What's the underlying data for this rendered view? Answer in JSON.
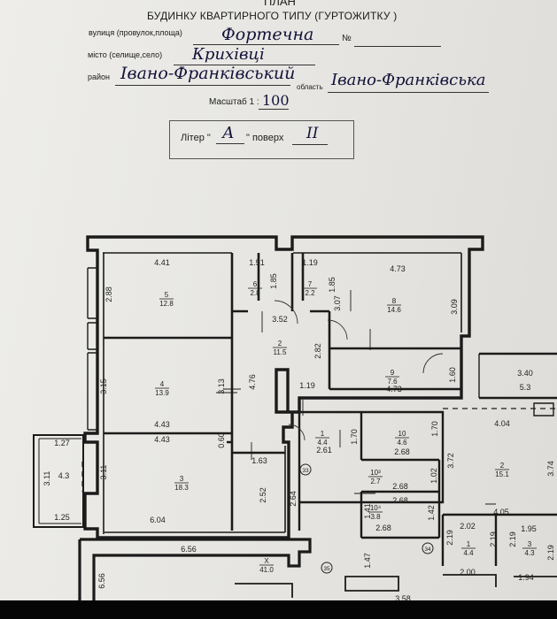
{
  "header": {
    "title_partial": "ПЛАН",
    "subtitle": "БУДИНКУ КВАРТИРНОГО ТИПУ (ГУРТОЖИТКУ )",
    "street_label": "вулиця (провулок,площа)",
    "street_value": "Фортечна",
    "number_label": "№",
    "city_label": "місто (селище,село)",
    "city_value": "Крихівці",
    "district_label": "район",
    "district_value": "Івано-Франківський",
    "region_label": "область",
    "region_value": "Івано-Франківська",
    "scale_label": "Масштаб 1 :",
    "scale_value": "100",
    "litera_label": "Літер \"",
    "litera_value": "А",
    "floor_label": "\" поверх",
    "floor_value": "II"
  },
  "floorplan": {
    "rooms": [
      {
        "num": "5",
        "area": "12.8"
      },
      {
        "num": "6",
        "area": "2.8"
      },
      {
        "num": "7",
        "area": "2.2"
      },
      {
        "num": "8",
        "area": "14.6"
      },
      {
        "num": "4",
        "area": "13.9"
      },
      {
        "num": "2",
        "area": "11.5"
      },
      {
        "num": "9",
        "area": "7.6"
      },
      {
        "num": "3",
        "area": "18.3"
      },
      {
        "num": "1",
        "area": "4.4"
      },
      {
        "num": "10",
        "area": "4.6"
      },
      {
        "num": "10³",
        "area": "2.7"
      },
      {
        "num": "10⁴",
        "area": "3.8"
      },
      {
        "num": "2",
        "area": "15.1"
      },
      {
        "num": "1",
        "area": "4.4"
      },
      {
        "num": "3",
        "area": "4.3"
      },
      {
        "num": "X",
        "area": "41.0"
      }
    ],
    "balcony_area_left": "4.3",
    "balcony_area_right": "5.3",
    "dimensions": [
      "4.41",
      "1.51",
      "1.19",
      "4.73",
      "2.88",
      "1.85",
      "1.85",
      "3.07",
      "3.09",
      "3.52",
      "2.82",
      "4.76",
      "3.15",
      "3.13",
      "1.19",
      "1.60",
      "4.73",
      "3.40",
      "4.43",
      "4.43",
      "1.27",
      "0.60",
      "1.63",
      "2.61",
      "1.70",
      "2.68",
      "1.70",
      "4.04",
      "3.11",
      "3.11",
      "1.02",
      "2.68",
      "2.68",
      "3.72",
      "3.74",
      "1.41",
      "1.42",
      "2.68",
      "2.52",
      "2.64",
      "1.25",
      "6.04",
      "4.05",
      "2.02",
      "1.95",
      "2.19",
      "2.19",
      "2.19",
      "2.19",
      "6.56",
      "1.47",
      "2.00",
      "1.94",
      "6.56",
      "3.58"
    ],
    "markers": [
      "33",
      "34",
      "35"
    ]
  }
}
